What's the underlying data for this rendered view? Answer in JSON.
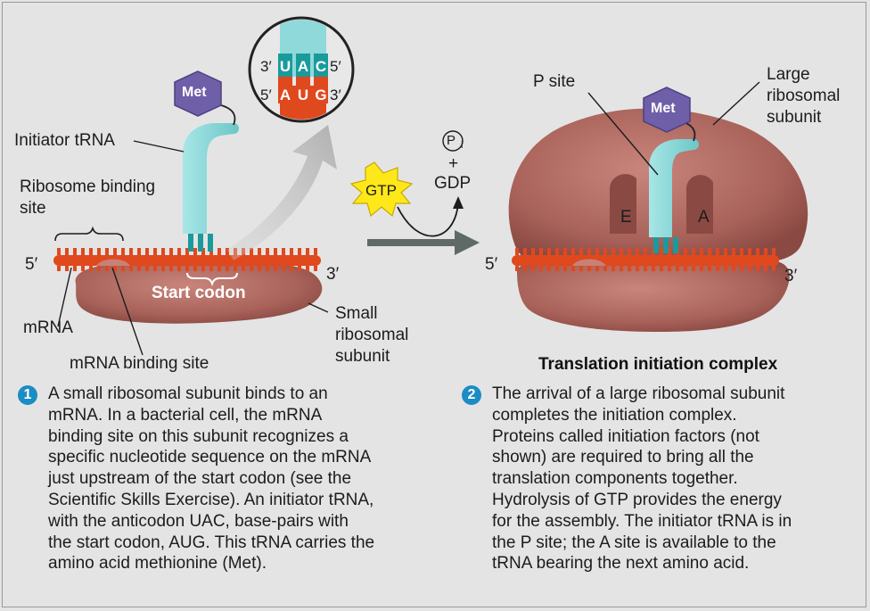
{
  "labels": {
    "met_left": "Met",
    "met_right": "Met",
    "initiator_trna": "Initiator tRNA",
    "ribosome_binding_site": "Ribosome binding\nsite",
    "five_prime_left": "5′",
    "three_prime_left": "3′",
    "start_codon": "Start codon",
    "mrna": "mRNA",
    "mrna_binding_site": "mRNA binding site",
    "small_subunit": "Small\nribosomal\nsubunit",
    "inset_3prime": "3′",
    "inset_5prime_top": "5′",
    "inset_5prime_bottom": "5′",
    "inset_3prime_bottom": "3′",
    "anticodon": [
      "U",
      "A",
      "C"
    ],
    "codon": [
      "A",
      "U",
      "G"
    ],
    "gtp": "GTP",
    "pi": "P",
    "pi_sub": "i",
    "plus": "+",
    "gdp": "GDP",
    "p_site": "P site",
    "large_subunit": "Large\nribosomal\nsubunit",
    "site_e": "E",
    "site_a": "A",
    "five_prime_right": "5′",
    "three_prime_right": "3′",
    "complex_title": "Translation initiation complex"
  },
  "steps": [
    {
      "number": "1",
      "text": "A small ribosomal subunit binds to an\nmRNA. In a bacterial cell, the mRNA\nbinding site on this subunit recognizes a\nspecific nucleotide sequence on the mRNA\njust upstream of the start codon (see the\nScientific Skills Exercise). An initiator tRNA,\nwith the anticodon UAC, base-pairs with\nthe start codon, AUG. This tRNA carries the\namino acid methionine (Met)."
    },
    {
      "number": "2",
      "text": "The arrival of a large ribosomal subunit\ncompletes the initiation complex.\nProteins called initiation factors (not\nshown) are required to bring all the\ntranslation components together.\nHydrolysis of GTP provides the energy\nfor the assembly. The initiator tRNA is in\nthe P site; the A site is available to the\ntRNA bearing the next amino acid."
    }
  ],
  "colors": {
    "ribosome": "#a8625a",
    "mrna": "#e0481e",
    "trna": "#8fd9da",
    "met": "#6f5fa8",
    "gtp": "#ffe81a",
    "badge": "#1c8cc4"
  }
}
